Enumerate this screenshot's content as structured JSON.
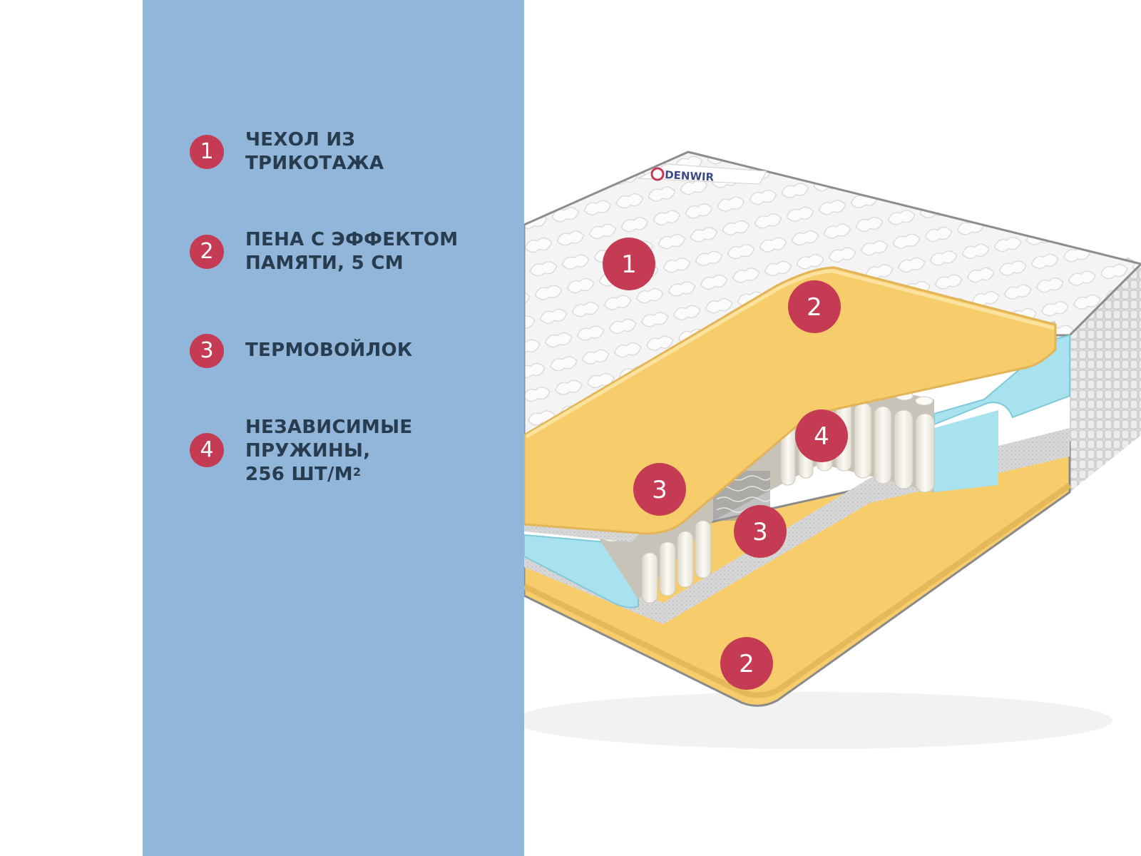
{
  "legend": [
    {
      "num": "1",
      "lines": [
        "ЧЕХОЛ ИЗ",
        "ТРИКОТАЖА"
      ]
    },
    {
      "num": "2",
      "lines": [
        "ПЕНА С ЭФФЕКТОМ",
        "ПАМЯТИ, 5 СМ"
      ]
    },
    {
      "num": "3",
      "lines": [
        "ТЕРМОВОЙЛОК"
      ]
    },
    {
      "num": "4",
      "lines": [
        "НЕЗАВИСИМЫЕ",
        "ПРУЖИНЫ,",
        "256 ШТ/М"
      ],
      "sup": "2"
    }
  ],
  "callouts": [
    "1",
    "2",
    "4",
    "3",
    "3",
    "2"
  ],
  "brand_logo": "DENWIR",
  "colors": {
    "panel": "#92b6d9",
    "badge": "#c63b54",
    "text": "#283c4f",
    "foam": "#f7cd6b",
    "edge_foam": "#a8e2ee",
    "cover": "#f3f3f3"
  }
}
